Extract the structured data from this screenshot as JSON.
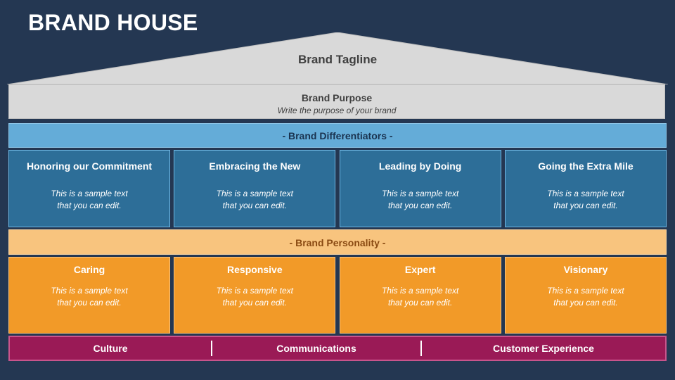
{
  "title": "BRAND HOUSE",
  "roof": {
    "tagline": "Brand Tagline"
  },
  "purpose": {
    "heading": "Brand Purpose",
    "subtext": "Write the purpose of your brand"
  },
  "differentiators": {
    "band_label": "- Brand Differentiators -",
    "items": [
      {
        "heading": "Honoring our Commitment",
        "text_line1": "This is a sample text",
        "text_line2": "that you can edit."
      },
      {
        "heading": "Embracing the New",
        "text_line1": "This is a sample text",
        "text_line2": "that you can edit."
      },
      {
        "heading": "Leading by Doing",
        "text_line1": "This is a sample text",
        "text_line2": "that you can edit."
      },
      {
        "heading": "Going the Extra Mile",
        "text_line1": "This is a sample text",
        "text_line2": "that you can edit."
      }
    ]
  },
  "personality": {
    "band_label": "- Brand Personality -",
    "items": [
      {
        "heading": "Caring",
        "text_line1": "This is a sample text",
        "text_line2": "that you can edit."
      },
      {
        "heading": "Responsive",
        "text_line1": "This is a sample text",
        "text_line2": "that you can edit."
      },
      {
        "heading": "Expert",
        "text_line1": "This is a sample text",
        "text_line2": "that you can edit."
      },
      {
        "heading": "Visionary",
        "text_line1": "This is a sample text",
        "text_line2": "that you can edit."
      }
    ]
  },
  "foundation": {
    "items": [
      "Culture",
      "Communications",
      "Customer Experience"
    ]
  },
  "colors": {
    "background": "#243752",
    "roof": "#d9d9d9",
    "differentiators": "#2d6e98",
    "personality": "#f29a28",
    "foundation": "#9a1a56"
  }
}
